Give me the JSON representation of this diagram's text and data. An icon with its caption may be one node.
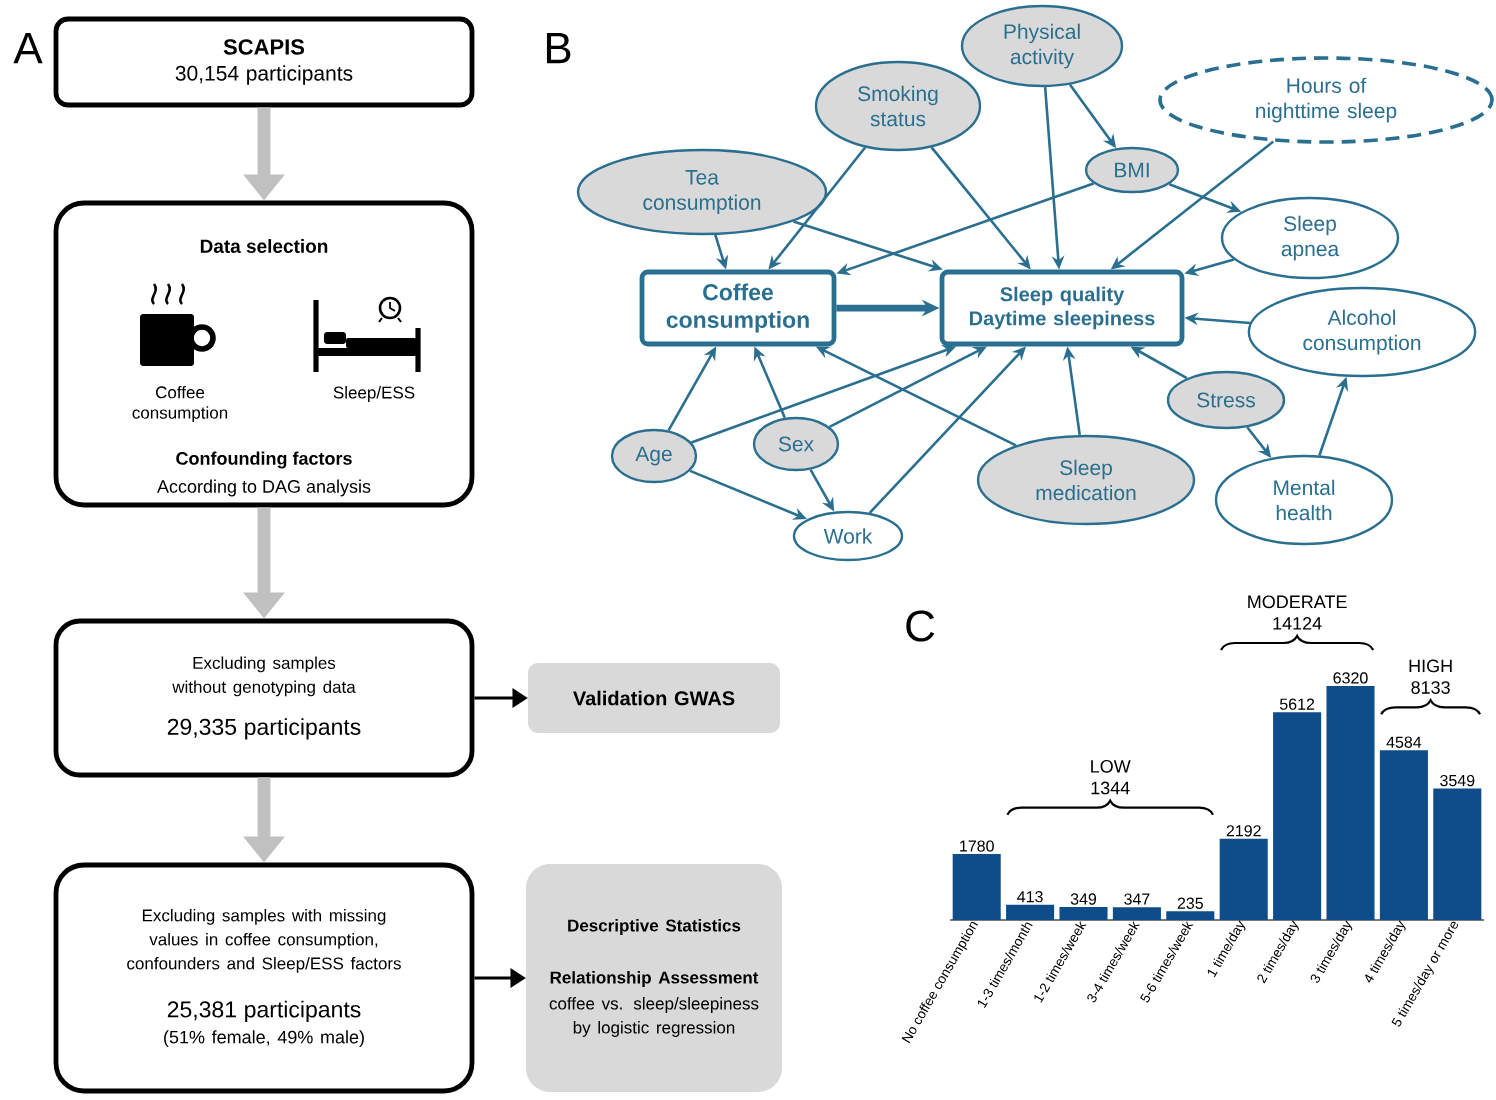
{
  "diagram": {
    "nodes": [
      {
        "text": [
          "SCAPIS",
          "30,154 participants"
        ]
      },
      {
        "text": [
          "Data selection",
          "Coffee consumption",
          "Sleep/ESS",
          "Confounding factors",
          "According to DAG analysis"
        ]
      },
      {
        "text": [
          "Excluding samples without genotyping data",
          "29,335 participants"
        ]
      },
      {
        "text": [
          "Validation GWAS"
        ]
      },
      {
        "text": [
          "Excluding samples with missing values in coffee consumption, confounders and Sleep/ESS factors",
          "25,381 participants",
          "(51% female, 49% male)"
        ]
      },
      {
        "text": [
          "Descriptive Statistics",
          "Relationship Assessment",
          "coffee vs. sleep/sleepiness by logistic regression"
        ]
      },
      {
        "text": [
          "Coffee consumption"
        ]
      },
      {
        "text": [
          "Sleep quality",
          "Daytime sleepiness"
        ]
      },
      {
        "text": [
          "Physical activity"
        ]
      },
      {
        "text": [
          "Smoking status"
        ]
      },
      {
        "text": [
          "Hours of nighttime sleep"
        ]
      },
      {
        "text": [
          "Tea consumption"
        ]
      },
      {
        "text": [
          "BMI"
        ]
      },
      {
        "text": [
          "Sleep apnea"
        ]
      },
      {
        "text": [
          "Alcohol consumption"
        ]
      },
      {
        "text": [
          "Age"
        ]
      },
      {
        "text": [
          "Sex"
        ]
      },
      {
        "text": [
          "Stress"
        ]
      },
      {
        "text": [
          "Sleep medication"
        ]
      },
      {
        "text": [
          "Mental health"
        ]
      },
      {
        "text": [
          "Work"
        ]
      }
    ],
    "edges": [
      {
        "from": 0,
        "to": 1,
        "arrow": "to",
        "style": "thick",
        "color": "#c0c0c0"
      },
      {
        "from": 1,
        "to": 2,
        "arrow": "to",
        "style": "thick",
        "color": "#c0c0c0"
      },
      {
        "from": 2,
        "to": 3,
        "arrow": "to",
        "color": "#000000"
      },
      {
        "from": 2,
        "to": 4,
        "arrow": "to",
        "style": "thick",
        "color": "#c0c0c0"
      },
      {
        "from": 4,
        "to": 5,
        "arrow": "to",
        "color": "#000000"
      },
      {
        "from": 6,
        "to": 7,
        "arrow": "to",
        "style": "thick"
      },
      {
        "from": 11,
        "to": 6,
        "arrow": "to"
      },
      {
        "from": 11,
        "to": 7,
        "arrow": "to"
      },
      {
        "from": 9,
        "to": 6,
        "arrow": "to"
      },
      {
        "from": 9,
        "to": 7,
        "arrow": "to"
      },
      {
        "from": 8,
        "to": 7,
        "arrow": "to"
      },
      {
        "from": 8,
        "to": 12,
        "arrow": "to"
      },
      {
        "from": 12,
        "to": 6,
        "arrow": "to"
      },
      {
        "from": 12,
        "to": 13,
        "arrow": "to"
      },
      {
        "from": 10,
        "to": 7,
        "arrow": "to"
      },
      {
        "from": 13,
        "to": 7,
        "arrow": "to"
      },
      {
        "from": 14,
        "to": 7,
        "arrow": "to"
      },
      {
        "from": 17,
        "to": 7,
        "arrow": "to"
      },
      {
        "from": 17,
        "to": 19,
        "arrow": "to"
      },
      {
        "from": 19,
        "to": 14,
        "arrow": "to"
      },
      {
        "from": 18,
        "to": 7,
        "arrow": "to"
      },
      {
        "from": 18,
        "to": 6,
        "arrow": "to"
      },
      {
        "from": 15,
        "to": 6,
        "arrow": "to"
      },
      {
        "from": 15,
        "to": 7,
        "arrow": "to"
      },
      {
        "from": 15,
        "to": 20,
        "arrow": "to"
      },
      {
        "from": 16,
        "to": 6,
        "arrow": "to"
      },
      {
        "from": 16,
        "to": 7,
        "arrow": "to"
      },
      {
        "from": 16,
        "to": 20,
        "arrow": "to"
      },
      {
        "from": 20,
        "to": 7,
        "arrow": "to"
      }
    ],
    "labels": [
      "A",
      "B",
      "C"
    ],
    "chart_data": {
      "type": "bar",
      "categories": [
        "No coffee consumption",
        "1-3 times/month",
        "1-2 times/week",
        "3-4 times/week",
        "5-6 times/week",
        "1 time/day",
        "2 times/day",
        "3 times/day",
        "4 times/day",
        "5 times/day or more"
      ],
      "series": [
        {
          "color": "#0f4c8a",
          "values": [
            1780,
            413,
            349,
            347,
            235,
            2192,
            5612,
            6320,
            4584,
            3549
          ]
        }
      ],
      "data_labels": true,
      "annotations": [
        "LOW 1344",
        "MODERATE 14124",
        "HIGH 8133"
      ]
    }
  }
}
